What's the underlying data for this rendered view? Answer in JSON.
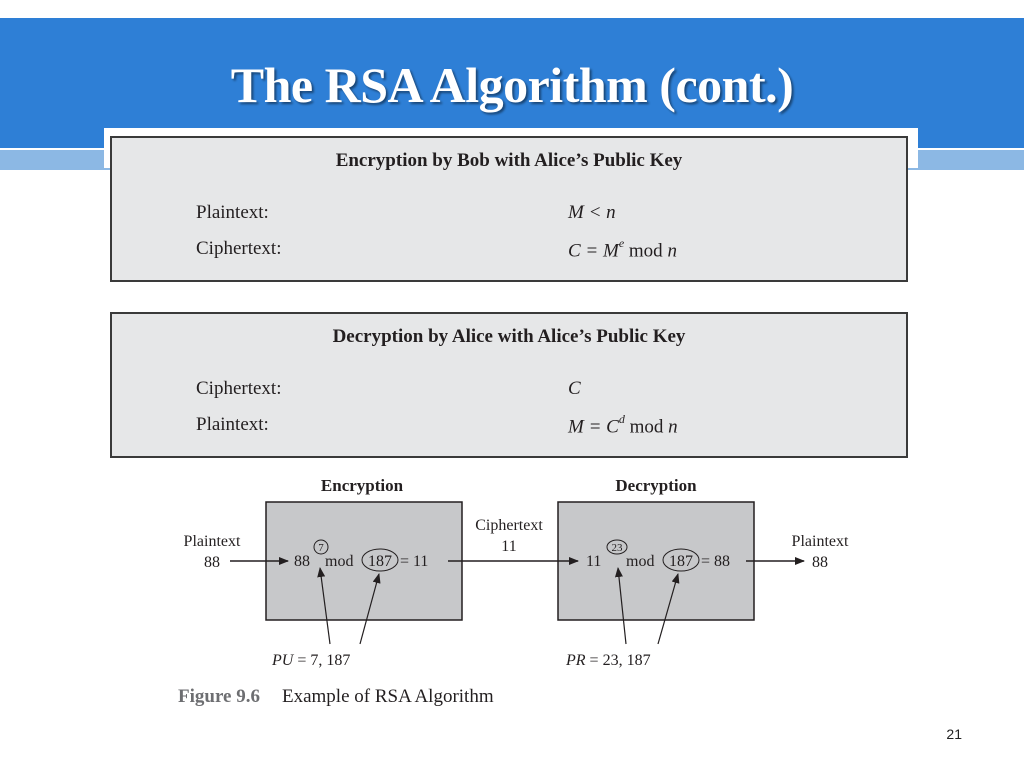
{
  "slide": {
    "title": "The RSA Algorithm (cont.)",
    "page_number": "21"
  },
  "encryption_box": {
    "title": "Encryption by Bob with Alice’s Public Key",
    "row1_label": "Plaintext:",
    "row1_formula": "M < n",
    "row2_label": "Ciphertext:",
    "row2_formula_base": "C = M",
    "row2_formula_exp": "e",
    "row2_formula_tail": " mod ",
    "row2_formula_var": "n"
  },
  "decryption_box": {
    "title": "Decryption by Alice with Alice’s Public Key",
    "row1_label": "Ciphertext:",
    "row1_formula": "C",
    "row2_label": "Plaintext:",
    "row2_formula_base": "M = C",
    "row2_formula_exp": "d",
    "row2_formula_tail": " mod ",
    "row2_formula_var": "n"
  },
  "diagram": {
    "enc_heading": "Encryption",
    "dec_heading": "Decryption",
    "plaintext_in_label": "Plaintext",
    "plaintext_in_value": "88",
    "enc_base": "88",
    "enc_exp": "7",
    "enc_mod": "mod",
    "enc_modulus": "187",
    "enc_result": "= 11",
    "ciphertext_label": "Ciphertext",
    "ciphertext_value": "11",
    "dec_base": "11",
    "dec_exp": "23",
    "dec_mod": "mod",
    "dec_modulus": "187",
    "dec_result": "= 88",
    "plaintext_out_label": "Plaintext",
    "plaintext_out_value": "88",
    "pu_var": "PU",
    "pu_value": " = 7, 187",
    "pr_var": "PR",
    "pr_value": " = 23, 187",
    "figure_number": "Figure 9.6",
    "figure_caption": "Example of RSA Algorithm"
  }
}
